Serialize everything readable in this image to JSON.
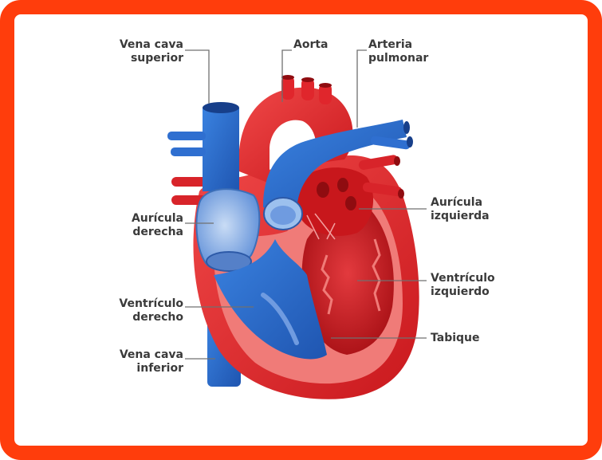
{
  "labels": {
    "vena_cava_superior": "Vena cava\nsuperior",
    "aorta": "Aorta",
    "arteria_pulmonar": "Arteria\npulmonar",
    "auricula_derecha": "Aurícula\nderecha",
    "auricula_izquierda": "Aurícula\nizquierda",
    "ventriculo_izquierdo": "Ventrículo\nizquierdo",
    "ventriculo_derecho": "Ventrículo\nderecho",
    "tabique": "Tabique",
    "vena_cava_inferior": "Vena cava\ninferior"
  },
  "colors": {
    "frame": "#ff3d0c",
    "heart_red": "#e8262a",
    "heart_dark_red": "#c3161b",
    "heart_light_red": "#f27373",
    "vein_blue": "#2f6fd0",
    "vein_light_blue": "#8ab3e8",
    "leader_line": "#707070"
  }
}
